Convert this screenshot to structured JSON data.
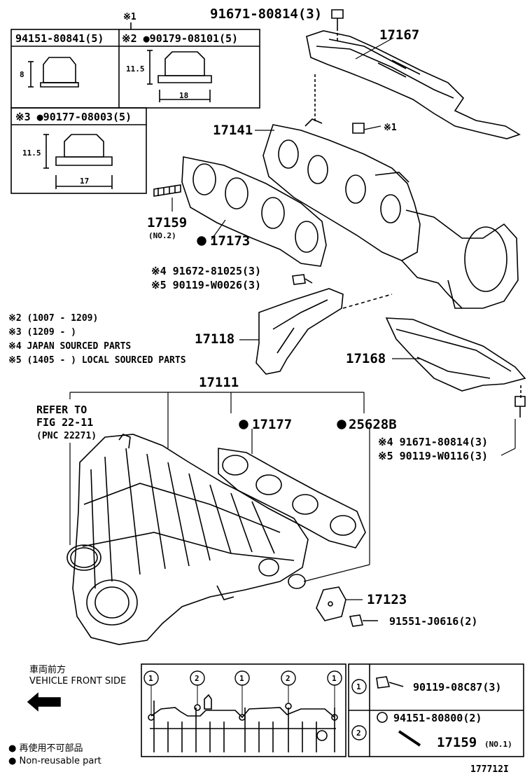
{
  "labels": {
    "bolt_top": "91671-80814(3)",
    "heat_insulator_upper": "17167",
    "exhaust_manifold": "17141",
    "nut_mark_1": "※1",
    "stud_no2": "17159",
    "stud_no2_sub": "(NO.2)",
    "gasket_exhaust": "17173",
    "bolt_japan": "※4 91672-81025(3)",
    "bolt_local": "※5 90119-W0026(3)",
    "stay": "17118",
    "heat_insulator_lower": "17168",
    "intake_manifold": "17111",
    "refer_line1": "REFER TO",
    "refer_line2": "FIG 22-11",
    "refer_line3": "(PNC 22271)",
    "gasket_intake": "17177",
    "gasket_25628b": "25628B",
    "bolt_japan_2": "※4 91671-80814(3)",
    "bolt_local_2": "※5 90119-W0116(3)",
    "cover_plate": "17123",
    "screw": "91551-J0616(2)",
    "figure_id": "177712I"
  },
  "inset": {
    "mark_top": "※1",
    "nut_a_part": "94151-80841(5)",
    "nut_a_dim": "8",
    "nut_b_part": "※2 ●90179-08101(5)",
    "nut_b_height": "11.5",
    "nut_b_width": "18",
    "nut_c_part": "※3 ●90177-08003(5)",
    "nut_c_height": "11.5",
    "nut_c_width": "17"
  },
  "notes": [
    "※2 (1007 - 1209)",
    "※3 (1209 -      )",
    "※4 JAPAN SOURCED PARTS",
    "※5 (1405 -      ) LOCAL SOURCED PARTS"
  ],
  "vehicle_front": {
    "jp": "車両前方",
    "en": "VEHICLE FRONT SIDE"
  },
  "legend": {
    "jp": "● 再使用不可部品",
    "en": "● Non-reusable part"
  },
  "table": {
    "row1_key": "1",
    "row1_part": "90119-08C87(3)",
    "row2_key": "2",
    "row2_part_a": "94151-80800(2)",
    "row2_part_b": "17159",
    "row2_part_b_sub": "(NO.1)",
    "markers": [
      "1",
      "2",
      "1",
      "2",
      "1"
    ]
  }
}
